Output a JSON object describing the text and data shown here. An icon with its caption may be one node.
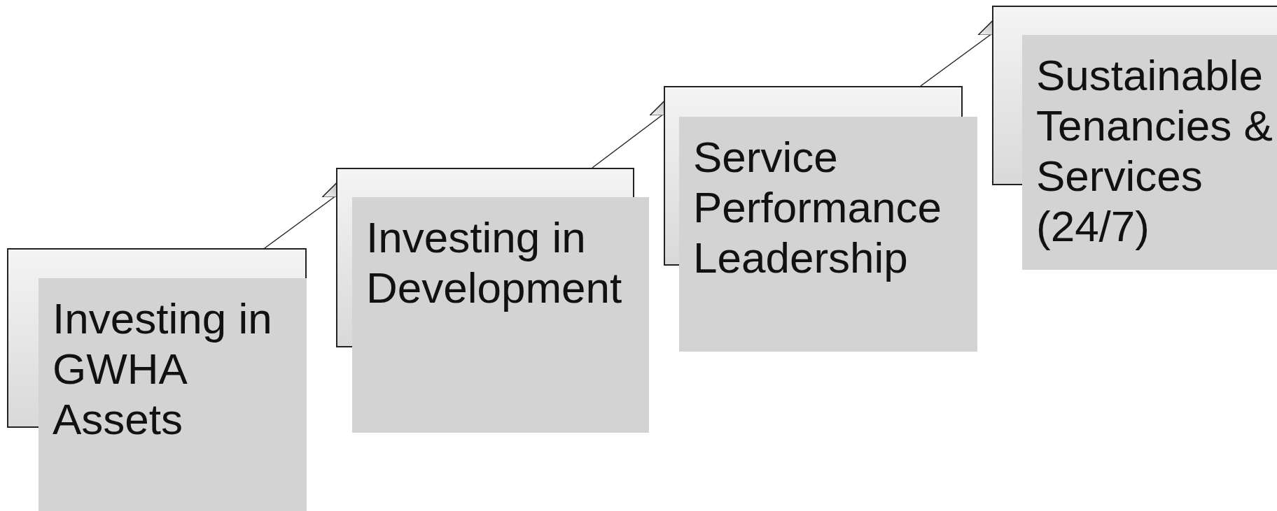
{
  "diagram": {
    "nodes": [
      {
        "text": [
          "Investing in GWHA Assets"
        ]
      },
      {
        "text": [
          "Investing in Development"
        ]
      },
      {
        "text": [
          "Service Performance Leadership"
        ]
      },
      {
        "text": [
          "Sustainable Tenancies & Services (24/7)"
        ]
      }
    ],
    "edges": [
      {
        "from": 0,
        "to": 1,
        "arrow": "to"
      },
      {
        "from": 1,
        "to": 2,
        "arrow": "to"
      },
      {
        "from": 2,
        "to": 3,
        "arrow": "to"
      }
    ]
  }
}
